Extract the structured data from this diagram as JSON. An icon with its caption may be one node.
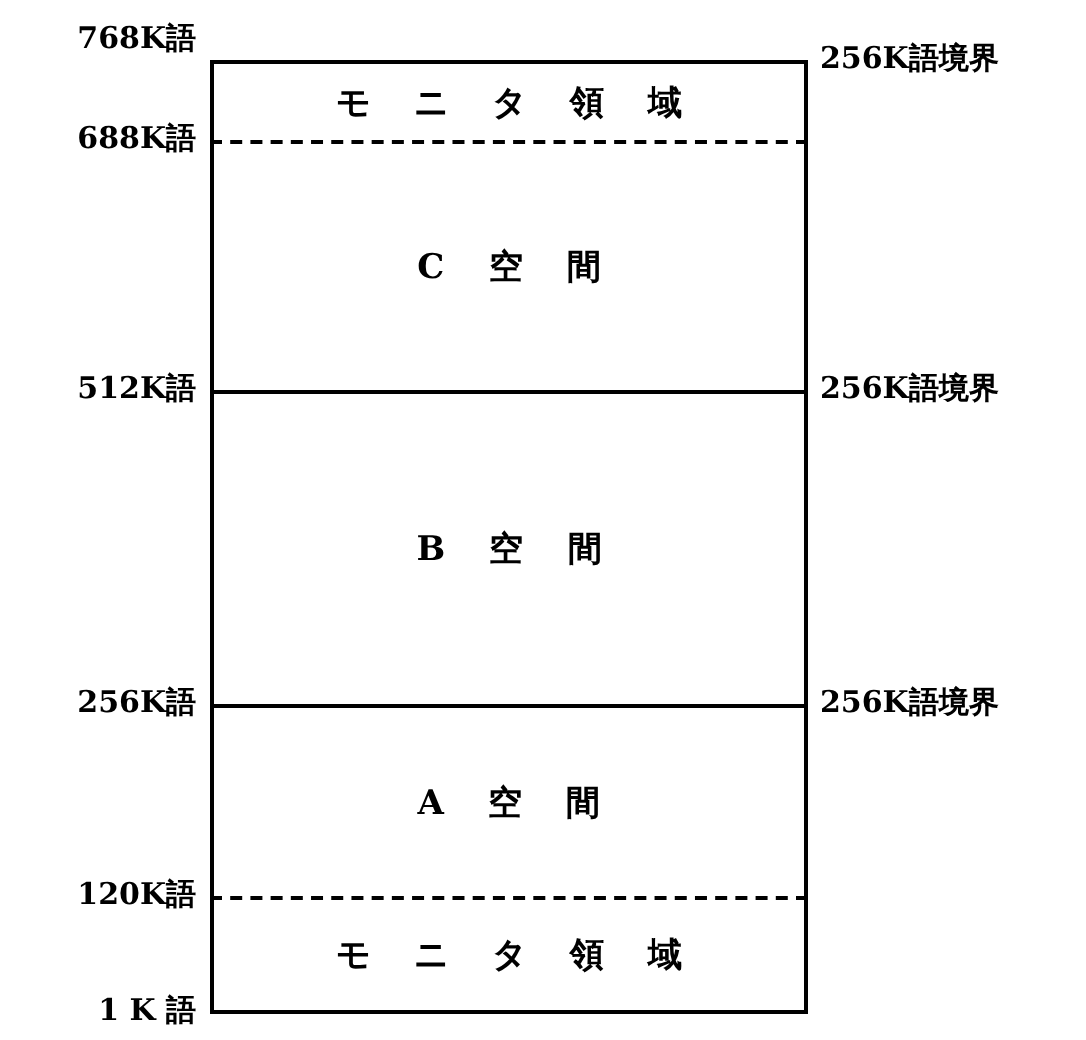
{
  "diagram": {
    "nodes": [
      {
        "text": [
          "モニタ領域"
        ]
      },
      {
        "text": [
          "C空間"
        ]
      },
      {
        "text": [
          "B空間"
        ]
      },
      {
        "text": [
          "A空間"
        ]
      },
      {
        "text": [
          "モニタ領域"
        ]
      }
    ],
    "labels": [
      "768K語",
      "256K語境界",
      "688K語",
      "512K語",
      "256K語境界",
      "256K語",
      "256K語境界",
      "120K語",
      "1 K 語"
    ]
  }
}
